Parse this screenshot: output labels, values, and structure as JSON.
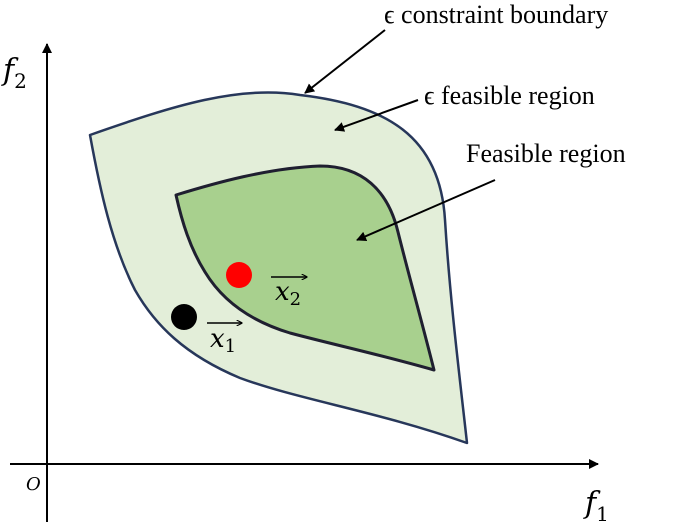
{
  "axes": {
    "y_label": "f",
    "y_label_sub": "2",
    "x_label": "f",
    "x_label_sub": "1",
    "origin_label": "O"
  },
  "labels": {
    "constraint_boundary": "ϵ constraint boundary",
    "epsilon_feasible_region": "ϵ feasible region",
    "feasible_region": "Feasible region"
  },
  "points": {
    "x1": {
      "base": "x",
      "sub": "1"
    },
    "x2": {
      "base": "x",
      "sub": "2"
    }
  },
  "colors": {
    "outer_fill": "#e3eed9",
    "inner_fill": "#a8d08e",
    "outer_stroke": "#27375a",
    "inner_stroke": "#1f1f30",
    "point_x1": "#000000",
    "point_x2": "#ff0000",
    "axis": "#000000"
  }
}
